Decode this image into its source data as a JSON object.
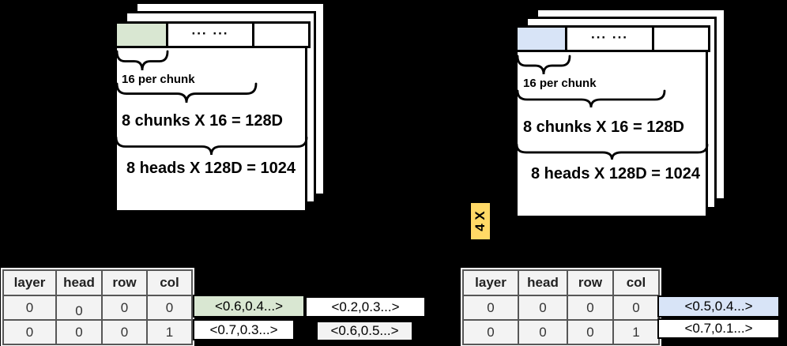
{
  "colors": {
    "background": "#000000",
    "chunk_highlight_green": "#d9e7d2",
    "chunk_highlight_blue": "#d8e4f7",
    "badge_yellow": "#ffd966",
    "table_cell_gray": "#f3f3f3",
    "vector_row2_gray": "#f3f3f3"
  },
  "left_block": {
    "chunk_row_dots": "... ...",
    "chunk_brace_label": "16 per chunk",
    "chunks_brace_label": "8 chunks X 16 = 128D",
    "heads_brace_label": "8 heads X 128D = 1024"
  },
  "right_block": {
    "chunk_row_dots": "... ...",
    "chunk_brace_label": "16 per chunk",
    "chunks_brace_label": "8 chunks X 16 = 128D",
    "heads_brace_label": "8 heads X 128D = 1024"
  },
  "multiplier_badge": {
    "label": "4 X"
  },
  "left_table": {
    "headers": [
      "layer",
      "head",
      "row",
      "col"
    ],
    "rows": [
      [
        "0",
        "0",
        "0",
        "0"
      ],
      [
        "0",
        "0",
        "0",
        "1"
      ]
    ],
    "vector_row1_key": "<0.6,0.4...>",
    "vector_row1_value": "<0.2,0.3...>",
    "vector_row2_key": "<0.7,0.3...>",
    "vector_row2_value": "<0.6,0.5...>"
  },
  "right_table": {
    "headers": [
      "layer",
      "head",
      "row",
      "col"
    ],
    "rows": [
      [
        "0",
        "0",
        "0",
        "0"
      ],
      [
        "0",
        "0",
        "0",
        "1"
      ]
    ],
    "vector_row1": "<0.5,0.4...>",
    "vector_row2": "<0.7,0.1...>"
  }
}
